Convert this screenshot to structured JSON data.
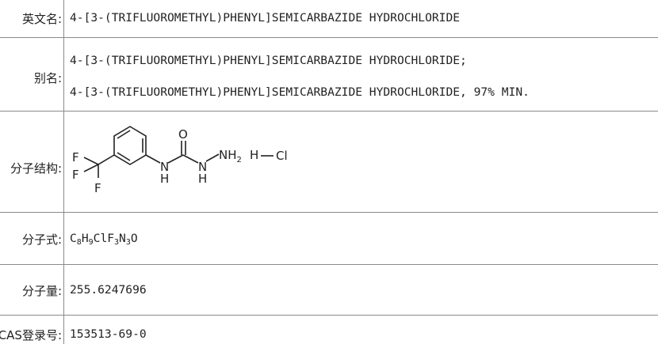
{
  "rows": {
    "english_name": {
      "label": "英文名:",
      "value": "4-[3-(TRIFLUOROMETHYL)PHENYL]SEMICARBAZIDE HYDROCHLORIDE"
    },
    "synonyms": {
      "label": "别名:",
      "values": [
        "4-[3-(TRIFLUOROMETHYL)PHENYL]SEMICARBAZIDE HYDROCHLORIDE;",
        "4-[3-(TRIFLUOROMETHYL)PHENYL]SEMICARBAZIDE HYDROCHLORIDE, 97% MIN."
      ]
    },
    "structure": {
      "label": "分子结构:",
      "atoms": {
        "f1": "F",
        "f2": "F",
        "f3": "F",
        "n1": "N",
        "h1": "H",
        "o": "O",
        "n2": "N",
        "h2": "H",
        "nh2": "NH",
        "nh2_sub": "2",
        "h3": "H",
        "cl": "Cl"
      }
    },
    "formula": {
      "label": "分子式:",
      "parts": [
        {
          "text": "C",
          "sub": "8"
        },
        {
          "text": "H",
          "sub": "9"
        },
        {
          "text": "ClF",
          "sub": "3"
        },
        {
          "text": "N",
          "sub": "3"
        },
        {
          "text": "O",
          "sub": ""
        }
      ]
    },
    "molecular_weight": {
      "label": "分子量:",
      "value": "255.6247696"
    },
    "cas": {
      "label": "CAS登录号:",
      "value": "153513-69-0"
    }
  }
}
